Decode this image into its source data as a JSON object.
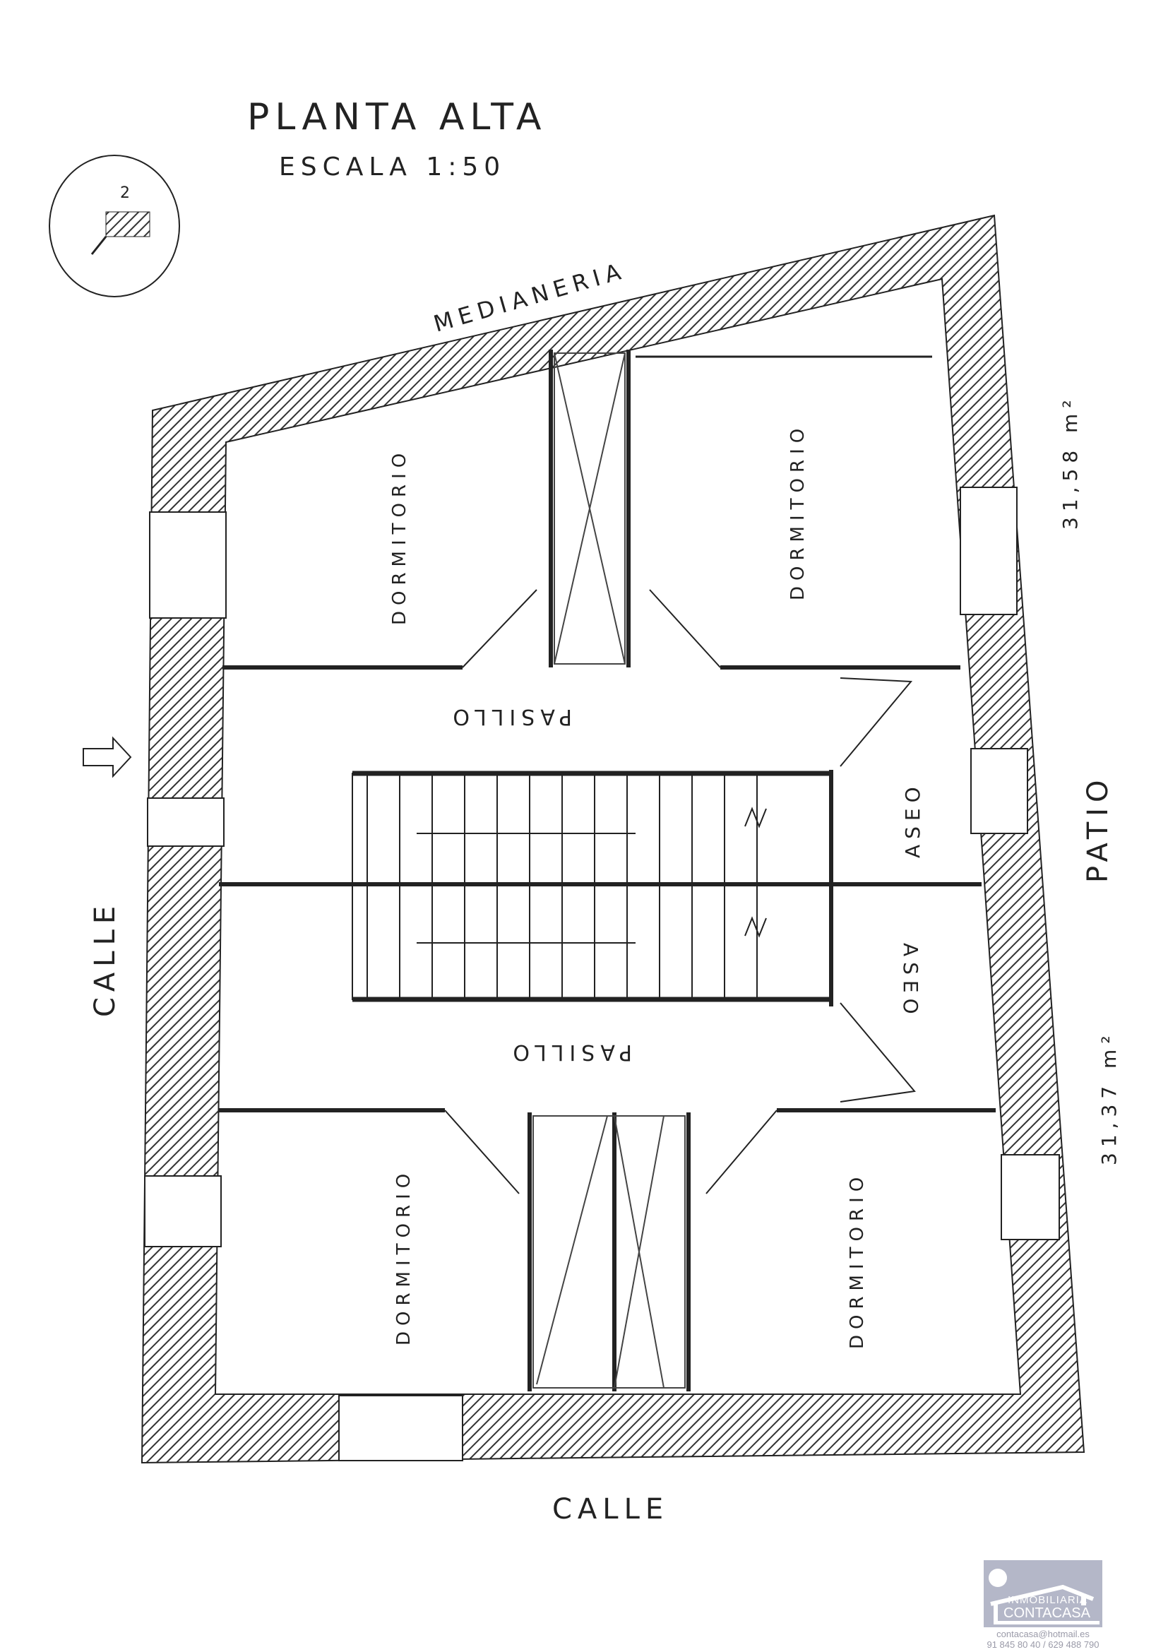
{
  "title": "PLANTA ALTA",
  "scale": "ESCALA 1:50",
  "north_badge": "2",
  "labels": {
    "medianeria": "MEDIANERIA",
    "dormitorio_1": "DORMITORIO",
    "dormitorio_2": "DORMITORIO",
    "dormitorio_3": "DORMITORIO",
    "dormitorio_4": "DORMITORIO",
    "pasillo_1": "PASILLO",
    "pasillo_2": "PASILLO",
    "aseo_1": "ASEO",
    "aseo_2": "ASEO",
    "calle_left": "CALLE",
    "calle_bottom": "CALLE",
    "patio": "PATIO",
    "area_top": "31,58 m²",
    "area_bottom": "31,37 m²"
  },
  "logo": {
    "line1": "INMOBILIARIA",
    "line2": "CONTACASA",
    "email": "contacasa@hotmail.es",
    "phone": "91 845 80 40 / 629 488 790"
  },
  "colors": {
    "ink": "#222222",
    "logo_bg": "#b4b7c8"
  }
}
